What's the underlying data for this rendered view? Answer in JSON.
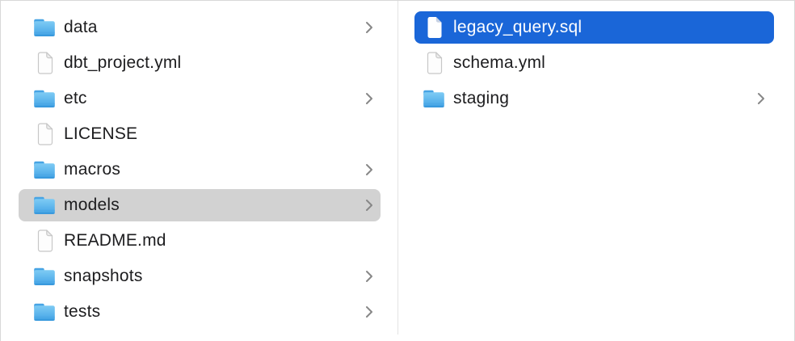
{
  "colors": {
    "selection_blue": "#1a66d8",
    "selection_gray": "#d2d2d2",
    "text_color": "#1d1d1f",
    "divider": "#e3e3e3",
    "folder_blue_top": "#7ecbf4",
    "folder_blue_bottom": "#42a3e6"
  },
  "columns": [
    {
      "name": "parent-column",
      "items": [
        {
          "label": "data",
          "type": "folder",
          "chevron": true,
          "selected": "none"
        },
        {
          "label": "dbt_project.yml",
          "type": "file",
          "chevron": false,
          "selected": "none"
        },
        {
          "label": "etc",
          "type": "folder",
          "chevron": true,
          "selected": "none"
        },
        {
          "label": "LICENSE",
          "type": "file",
          "chevron": false,
          "selected": "none"
        },
        {
          "label": "macros",
          "type": "folder",
          "chevron": true,
          "selected": "none"
        },
        {
          "label": "models",
          "type": "folder",
          "chevron": true,
          "selected": "inactive"
        },
        {
          "label": "README.md",
          "type": "file",
          "chevron": false,
          "selected": "none"
        },
        {
          "label": "snapshots",
          "type": "folder",
          "chevron": true,
          "selected": "none"
        },
        {
          "label": "tests",
          "type": "folder",
          "chevron": true,
          "selected": "none"
        }
      ]
    },
    {
      "name": "models-column",
      "items": [
        {
          "label": "legacy_query.sql",
          "type": "file",
          "chevron": false,
          "selected": "active"
        },
        {
          "label": "schema.yml",
          "type": "file",
          "chevron": false,
          "selected": "none"
        },
        {
          "label": "staging",
          "type": "folder",
          "chevron": true,
          "selected": "none"
        }
      ]
    }
  ]
}
